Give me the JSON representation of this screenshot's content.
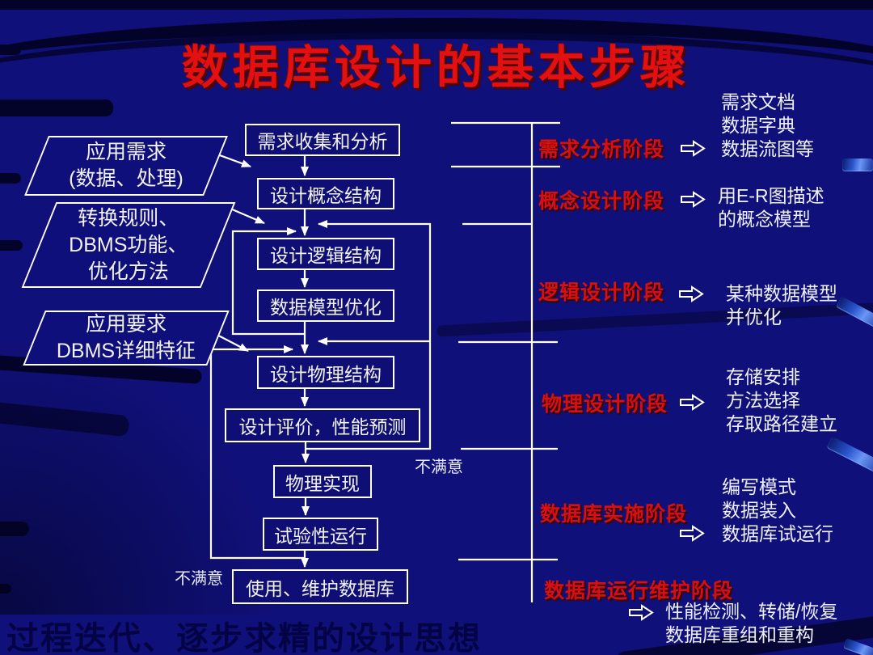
{
  "title": "数据库设计的基本步骤",
  "footer": "过程迭代、逐步求精的设计思想",
  "labels": {
    "unsatisfied": "不满意"
  },
  "flow": {
    "inputs": [
      {
        "lines": [
          "应用需求",
          "(数据、处理)"
        ]
      },
      {
        "lines": [
          "转换规则、",
          "DBMS功能、",
          "优化方法"
        ]
      },
      {
        "lines": [
          "应用要求",
          "DBMS详细特征"
        ]
      }
    ],
    "boxes": [
      {
        "label": "需求收集和分析"
      },
      {
        "label": "设计概念结构"
      },
      {
        "label": "设计逻辑结构"
      },
      {
        "label": "数据模型优化"
      },
      {
        "label": "设计物理结构"
      },
      {
        "label": "设计评价，性能预测"
      },
      {
        "label": "物理实现"
      },
      {
        "label": "试验性运行"
      },
      {
        "label": "使用、维护数据库"
      }
    ]
  },
  "stages": [
    {
      "name": "需求分析阶段",
      "outputs": [
        "需求文档",
        "数据字典",
        "数据流图等"
      ]
    },
    {
      "name": "概念设计阶段",
      "outputs": [
        "用E-R图描述",
        "的概念模型"
      ]
    },
    {
      "name": "逻辑设计阶段",
      "outputs": [
        "某种数据模型",
        "并优化"
      ]
    },
    {
      "name": "物理设计阶段",
      "outputs": [
        "存储安排",
        "方法选择",
        "存取路径建立"
      ]
    },
    {
      "name": "数据库实施阶段",
      "outputs": [
        "编写模式",
        "数据装入",
        "数据库试运行"
      ]
    },
    {
      "name": "数据库运行维护阶段",
      "outputs": [
        "性能检测、转储/恢复",
        "数据库重组和重构"
      ]
    }
  ],
  "colors": {
    "background": "#10107a",
    "title_red": "#e21010",
    "stage_red": "#d61010",
    "line_white": "#ffffff",
    "gloss_blue": "#4a7ae8",
    "dark_band": "#03032a"
  }
}
